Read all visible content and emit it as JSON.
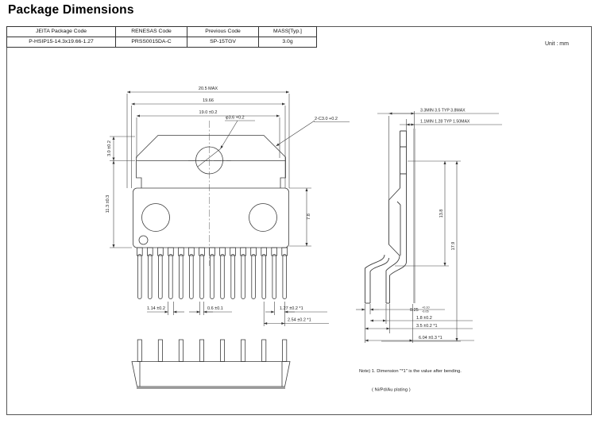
{
  "page": {
    "title": "Package Dimensions",
    "unit_label": "Unit : mm"
  },
  "table": {
    "headers": [
      "JEITA Package Code",
      "RENESAS Code",
      "Previous Code",
      "MASS[Typ.]"
    ],
    "values": [
      "P-HSIP15-14.3x19.66-1.27",
      "PRSS0015DA-C",
      "SP-15TGV",
      "3.0g"
    ]
  },
  "front_view": {
    "overall_width": "20.5 MAX",
    "fin_width": "19.66",
    "body_width": "19.0 ±0.2",
    "hole_dia": "φ3.6 +0.2",
    "corner_chamfer": "2-C3.0 +0.2",
    "fin_height": "3.0 ±0.2",
    "body_height": "11.3 ±0.3",
    "body_side_height": "7.8",
    "lead_base_width": "1.14 ±0.2",
    "lead_width": "0.6 ±0.1",
    "lead_pitch": "1.27 ±0.2 *1",
    "lead_row_pitch": "2.54 ±0.2 *1"
  },
  "side_view": {
    "stand_off": "3.3MIN  3.5 TYP 3.8MAX",
    "fin_thickness": "1.1MIN  1.28 TYP 1.50MAX",
    "body_length": "13.8",
    "total_length": "17.9",
    "lead_thickness": "0.25",
    "lead_thickness_tol_upper": "+0.10",
    "lead_thickness_tol_lower": "-0.05",
    "lead_offset1": "1.8 ±0.2",
    "lead_offset2": "3.5 ±0.2 *1",
    "lead_offset3": "6.04 ±0.3 *1"
  },
  "notes": {
    "note1": "Note) 1. Dimension \"*1\" is the value after bending.",
    "note2": "( Ni/Pd/Au plating )"
  }
}
